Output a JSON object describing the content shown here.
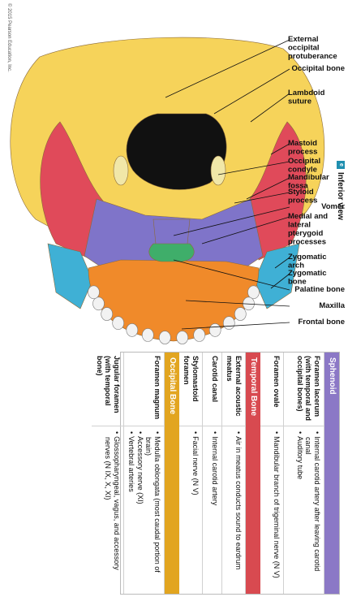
{
  "copyright": "© 2015 Pearson Education, Inc.",
  "view_badge": "e",
  "view_caption": "Inferior view",
  "labels": [
    "Frontal bone",
    "Maxilla",
    "Palatine bone",
    "Zygomatic bone",
    "Zygomatic arch",
    "Medial and lateral pterygoid processes",
    "Vomer",
    "Styloid process",
    "Mandibular fossa",
    "Occipital condyle",
    "Mastoid process",
    "Lambdoid suture",
    "Occipital bone",
    "External occipital protuberance"
  ],
  "sections": [
    {
      "title": "Sphenoid",
      "color": "#8b78c6",
      "rows": [
        {
          "name": "Foramen lacerum (with temporal and occipital bones)",
          "items": [
            "Internal carotid artery after leaving carotid canal",
            "Auditory tube"
          ]
        },
        {
          "name": "Foramen ovale",
          "items": [
            "Mandibular branch of trigeminal nerve (N V)"
          ]
        }
      ]
    },
    {
      "title": "Temporal Bone",
      "color": "#d84a50",
      "rows": [
        {
          "name": "External acoustic meatus",
          "items": [
            "Air in meatus conducts sound to eardrum"
          ]
        },
        {
          "name": "Carotid canal",
          "items": [
            "Internal carotid artery"
          ]
        },
        {
          "name": "Stylomastoid foramen",
          "items": [
            "Facial nerve (N V)"
          ]
        }
      ]
    },
    {
      "title": "Occipital Bone",
      "color": "#e2a520",
      "rows": [
        {
          "name": "Foramen magnum",
          "items": [
            "Medulla oblongata (most caudal portion of brain)",
            "Accessory nerve (XI)",
            "Vertebral arteries"
          ]
        },
        {
          "name": "Jugular foramen (with temporal bone)",
          "items": [
            "Glossopharyngeal, vagus, and accessory nerves (N IX, X, XI)"
          ]
        }
      ]
    }
  ],
  "colors": {
    "frontal": "#f7e06a",
    "occipital": "#f6d35a",
    "temporal": "#e04a5a",
    "sphenoid": "#7f74c9",
    "maxilla": "#f08a2a",
    "zygomatic": "#3fb0d5",
    "palatine": "#3fae6a",
    "teeth": "#f2f2f2",
    "foramen": "#111111"
  }
}
